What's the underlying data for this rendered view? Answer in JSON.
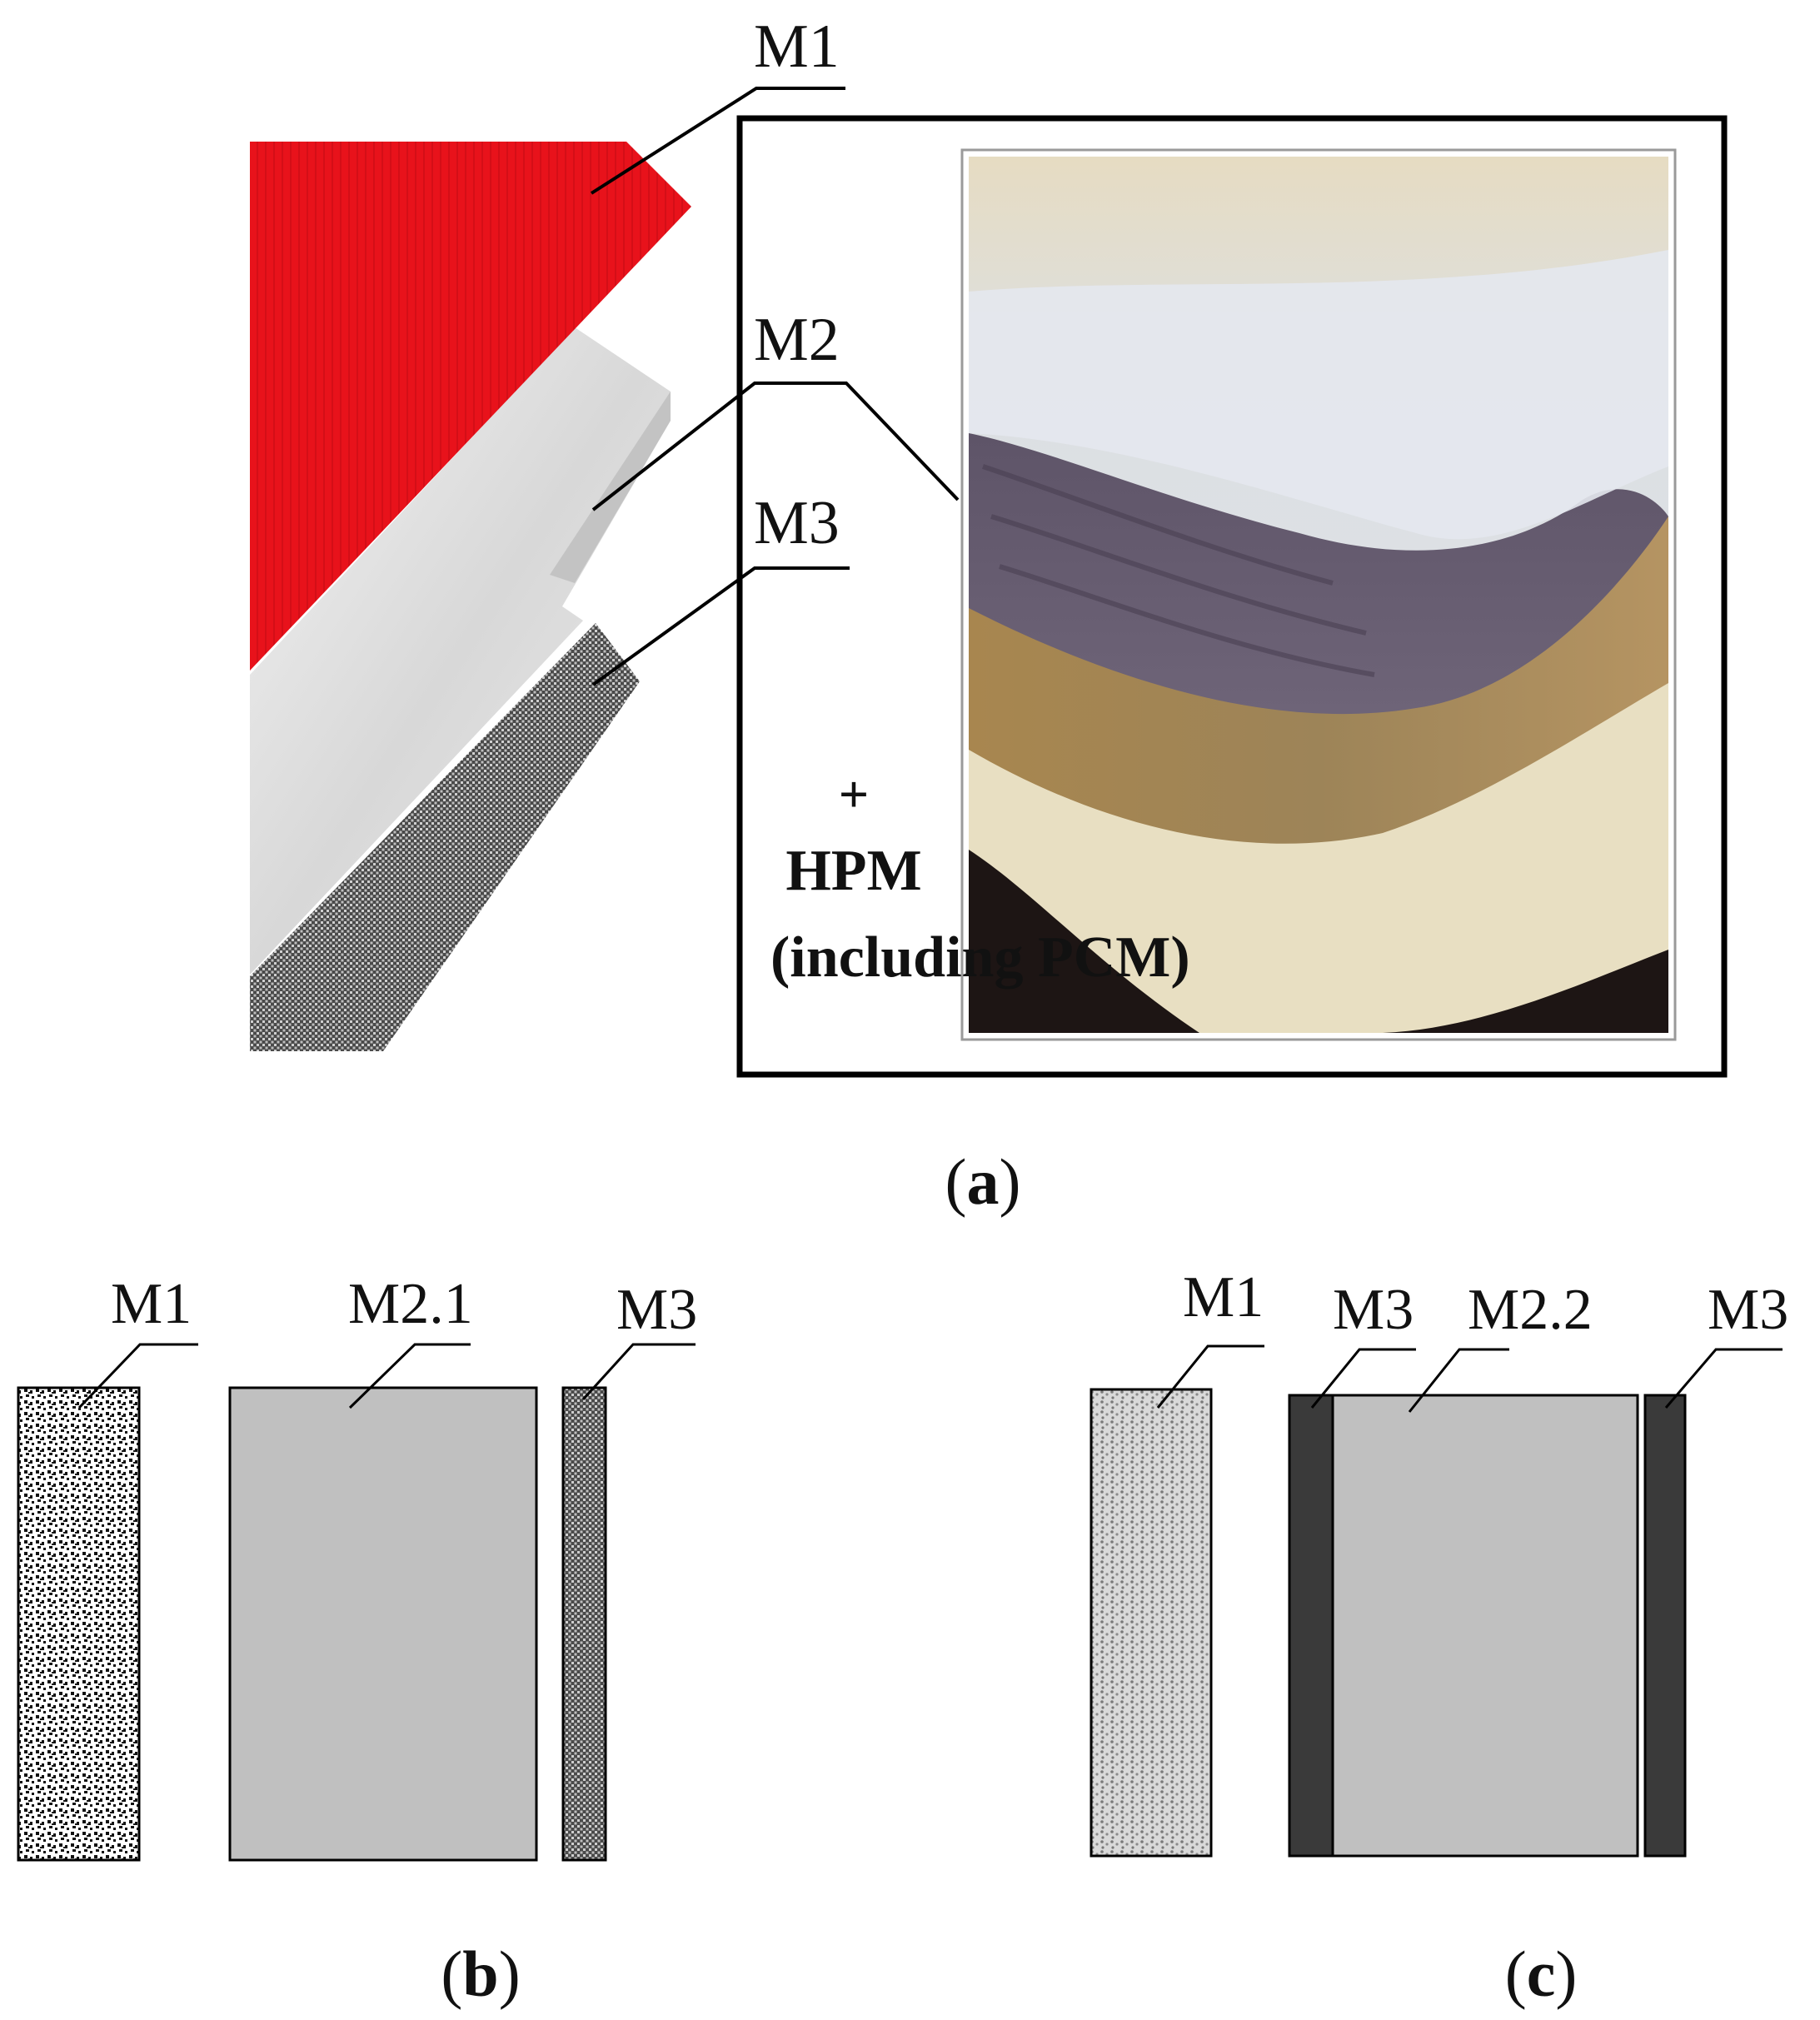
{
  "panel_a": {
    "labels": {
      "m1": "M1",
      "m2": "M2",
      "m3": "M3"
    },
    "inset": {
      "plus": "+",
      "hpm": "HPM",
      "pcm": "(including PCM)"
    },
    "caption": {
      "open": "(",
      "letter": "a",
      "close": ")"
    },
    "colors": {
      "m1": "#e8121b",
      "frame": "#000000"
    }
  },
  "panel_b": {
    "labels": {
      "m1": "M1",
      "m21": "M2.1",
      "m3": "M3"
    },
    "caption": {
      "open": "(",
      "letter": "b",
      "close": ")"
    },
    "colors": {
      "m21": "#c0c0c0"
    }
  },
  "panel_c": {
    "labels": {
      "m1": "M1",
      "m3_left": "M3",
      "m22": "M2.2",
      "m3_right": "M3"
    },
    "caption": {
      "open": "(",
      "letter": "c",
      "close": ")"
    },
    "colors": {
      "m22": "#c0c0c0",
      "m3": "#3a3a3a"
    }
  }
}
